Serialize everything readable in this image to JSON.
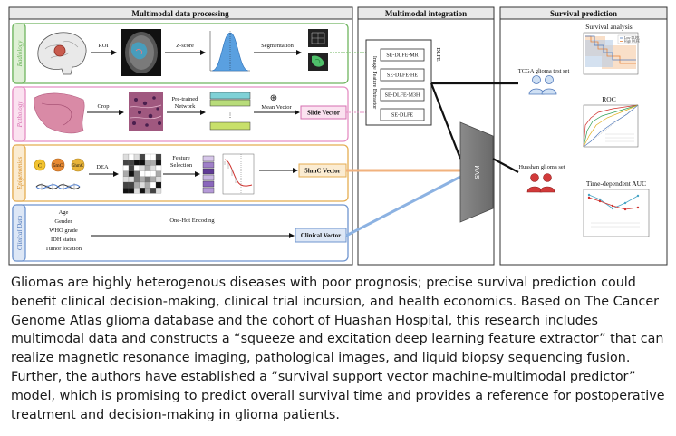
{
  "figure": {
    "sections": {
      "processing": "Multimodal data processing",
      "integration": "Multimodal integration",
      "prediction": "Survival prediction"
    },
    "rows": {
      "radiology": {
        "side": "Radiology",
        "roi": "ROI",
        "zscore": "Z-score",
        "segmentation": "Segmentation",
        "color": "#6fb55f"
      },
      "pathology": {
        "side": "Pathology",
        "crop": "Crop",
        "network_1": "Pre-trained",
        "network_2": "Network",
        "mean_vector": "Mean Vector",
        "plus_symbol": "⊕",
        "dots": "⋮",
        "vector": "Slide Vector",
        "color": "#e58fc4"
      },
      "epigenomics": {
        "side": "Epigenomics",
        "c": "C",
        "fivemc": "5mC",
        "fivehmc": "5hmC",
        "dea": "DEA",
        "feature_1": "Feature",
        "feature_2": "Selection",
        "vector": "5hmC Vector",
        "color": "#e4ad52"
      },
      "clinical": {
        "side": "Clinical Data",
        "fields": [
          "Age",
          "Gender",
          "WHO grade",
          "IDH status",
          "Tumor location"
        ],
        "encoding": "One-Hot Encoding",
        "vector": "Clinical Vector",
        "color": "#6f95cf"
      }
    },
    "integration": {
      "extractor_label": "Image Feature Extractor",
      "dlfe_label": "DLFE",
      "extractors": [
        "SE-DLFE-MR",
        "SE-DLFE-HE",
        "SE-DLFE-M3H",
        "SE-DLFE"
      ],
      "svm": "SVM"
    },
    "prediction": {
      "test_set": "TCGA glioma test set",
      "huashan_set": "Huashan glioma set",
      "survival_title": "Survival analysis",
      "roc_title": "ROC",
      "auc_title": "Time-dependent AUC",
      "km_legend": [
        "Low DLFE",
        "High DLFE"
      ]
    }
  },
  "caption": "Gliomas are highly heterogenous diseases with poor prognosis; precise survival prediction could benefit clinical decision-making, clinical trial incursion, and health economics. Based on The Cancer Genome Atlas glioma database and the cohort of Huashan Hospital, this research includes multimodal data and constructs a “squeeze and excitation deep learning feature extractor” that can realize magnetic resonance imaging, pathological images, and liquid biopsy sequencing fusion. Further, the authors have established a “survival support vector machine-multimodal predictor” model, which is promising to predict overall survival time and provides a reference for postoperative treatment and decision-making in glioma patients."
}
